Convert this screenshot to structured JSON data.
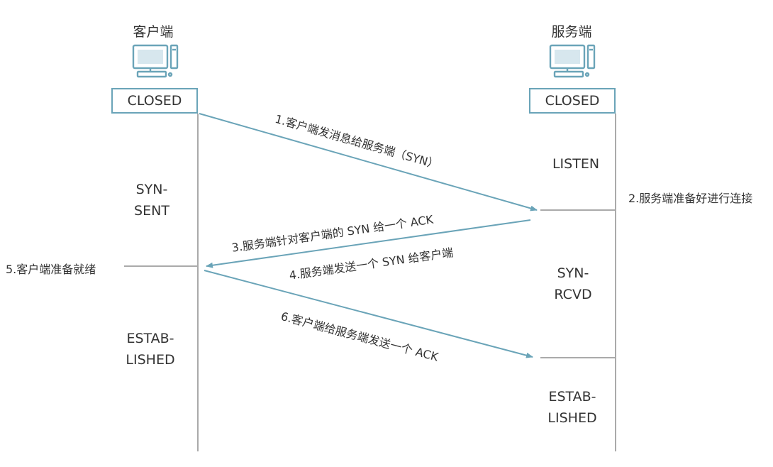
{
  "client": {
    "title": "客户端",
    "state_closed": "CLOSED",
    "state_syn_sent": "SYN-\nSENT",
    "state_established": "ESTAB-\nLISHED"
  },
  "server": {
    "title": "服务端",
    "state_closed": "CLOSED",
    "state_listen": "LISTEN",
    "state_syn_rcvd": "SYN-\nRCVD",
    "state_established": "ESTAB-\nLISHED"
  },
  "messages": {
    "m1": "1.客户端发消息给服务端（SYN）",
    "m3": "3.服务端针对客户端的 SYN 给一个 ACK",
    "m4": "4.服务端发送一个 SYN 给客户端",
    "m6": "6.客户端给服务端发送一个 ACK"
  },
  "side_notes": {
    "n2": "2.服务端准备好进行连接",
    "n5": "5.客户端准备就绪"
  },
  "colors": {
    "arrow": "#6aa4b8",
    "lifeline": "#aaaaaa",
    "icon": "#6aa4b8",
    "text": "#333333"
  }
}
